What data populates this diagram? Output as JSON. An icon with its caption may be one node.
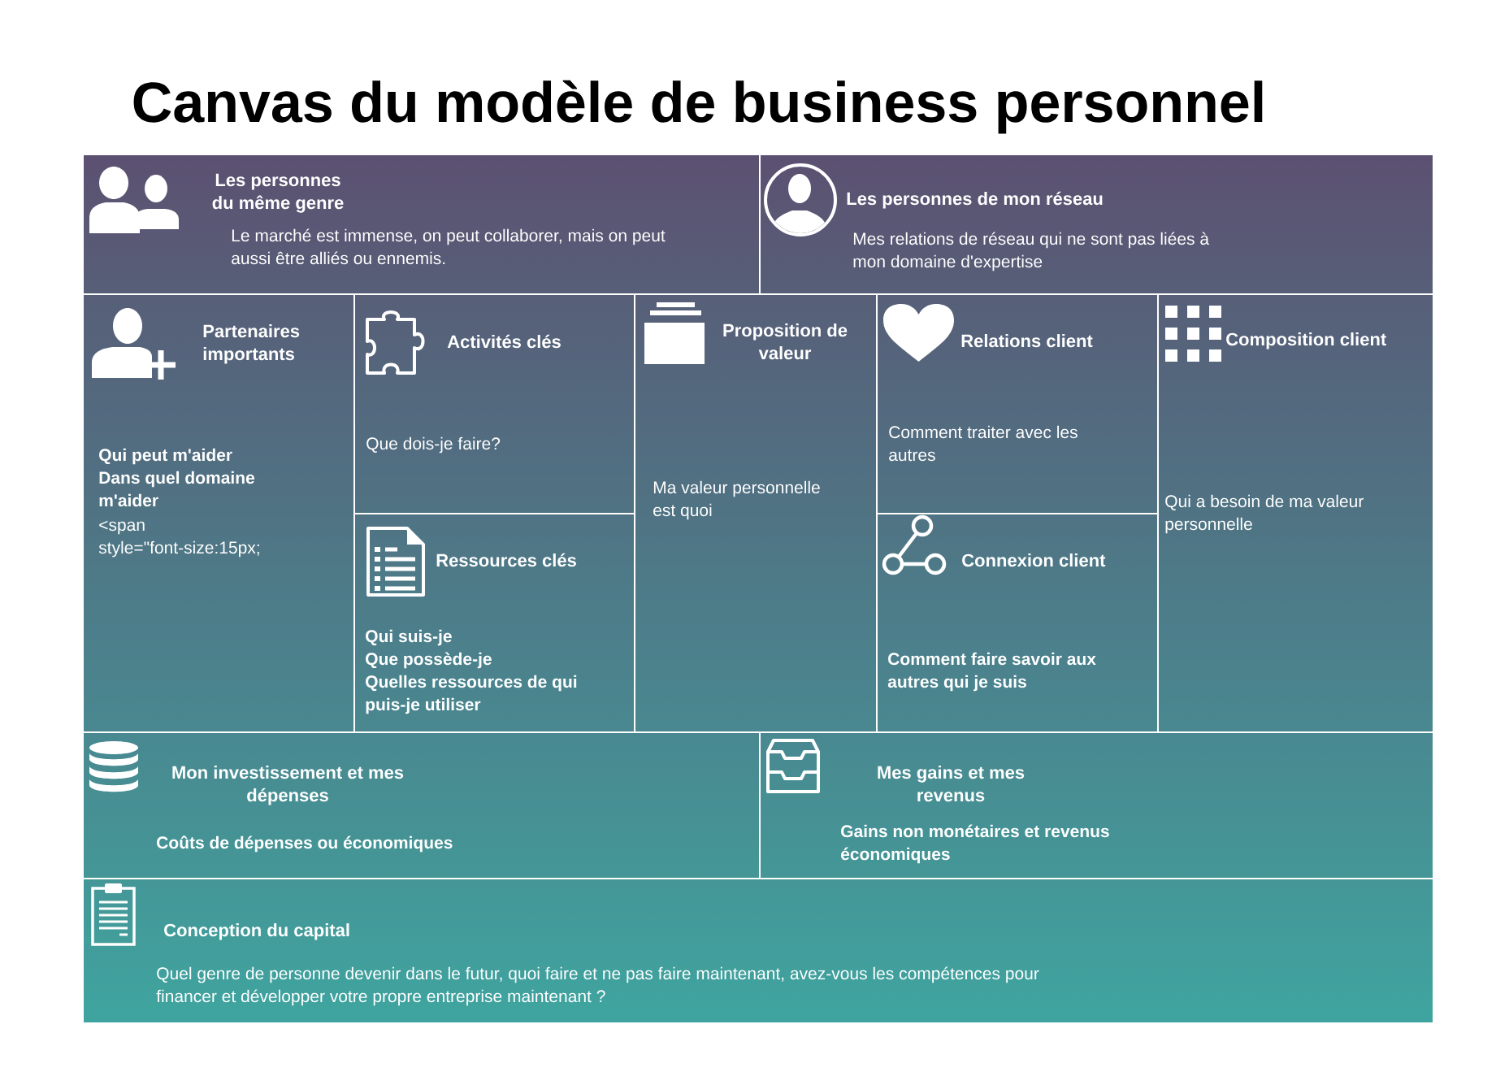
{
  "diagram": {
    "title": "Canvas du modèle de business personnel",
    "nodes": [
      {
        "text": [
          "Les personnes du même genre",
          "Le marché est immense, on peut collaborer, mais on peut aussi être alliés ou ennemis."
        ]
      },
      {
        "text": [
          "Les personnes de mon réseau",
          "Mes relations de réseau qui ne sont pas liées à mon domaine d'expertise"
        ]
      },
      {
        "text": [
          "Partenaires importants",
          "Qui peut m'aider",
          "Dans quel domaine m'aider",
          "<span style=\"font-size:15px;"
        ]
      },
      {
        "text": [
          "Activités clés",
          "Que dois-je faire?"
        ]
      },
      {
        "text": [
          "Ressources clés",
          "Qui suis-je",
          "Que possède-je",
          "Quelles ressources de qui puis-je utiliser"
        ]
      },
      {
        "text": [
          "Proposition de valeur",
          "Ma valeur personnelle est quoi"
        ]
      },
      {
        "text": [
          "Relations client",
          "Comment traiter avec les autres"
        ]
      },
      {
        "text": [
          "Connexion client",
          "Comment faire savoir aux autres qui je suis"
        ]
      },
      {
        "text": [
          "Composition client",
          "Qui a besoin de ma valeur personnelle"
        ]
      },
      {
        "text": [
          "Mon investissement et mes dépenses",
          "Coûts de dépenses ou économiques"
        ]
      },
      {
        "text": [
          "Mes gains et mes revenus",
          "Gains non monétaires et revenus économiques"
        ]
      },
      {
        "text": [
          "Conception du capital",
          "Quel genre de personne devenir dans le futur, quoi faire et ne pas faire maintenant, avez-vous les compétences pour financer et développer votre propre entreprise maintenant ?"
        ]
      }
    ]
  }
}
